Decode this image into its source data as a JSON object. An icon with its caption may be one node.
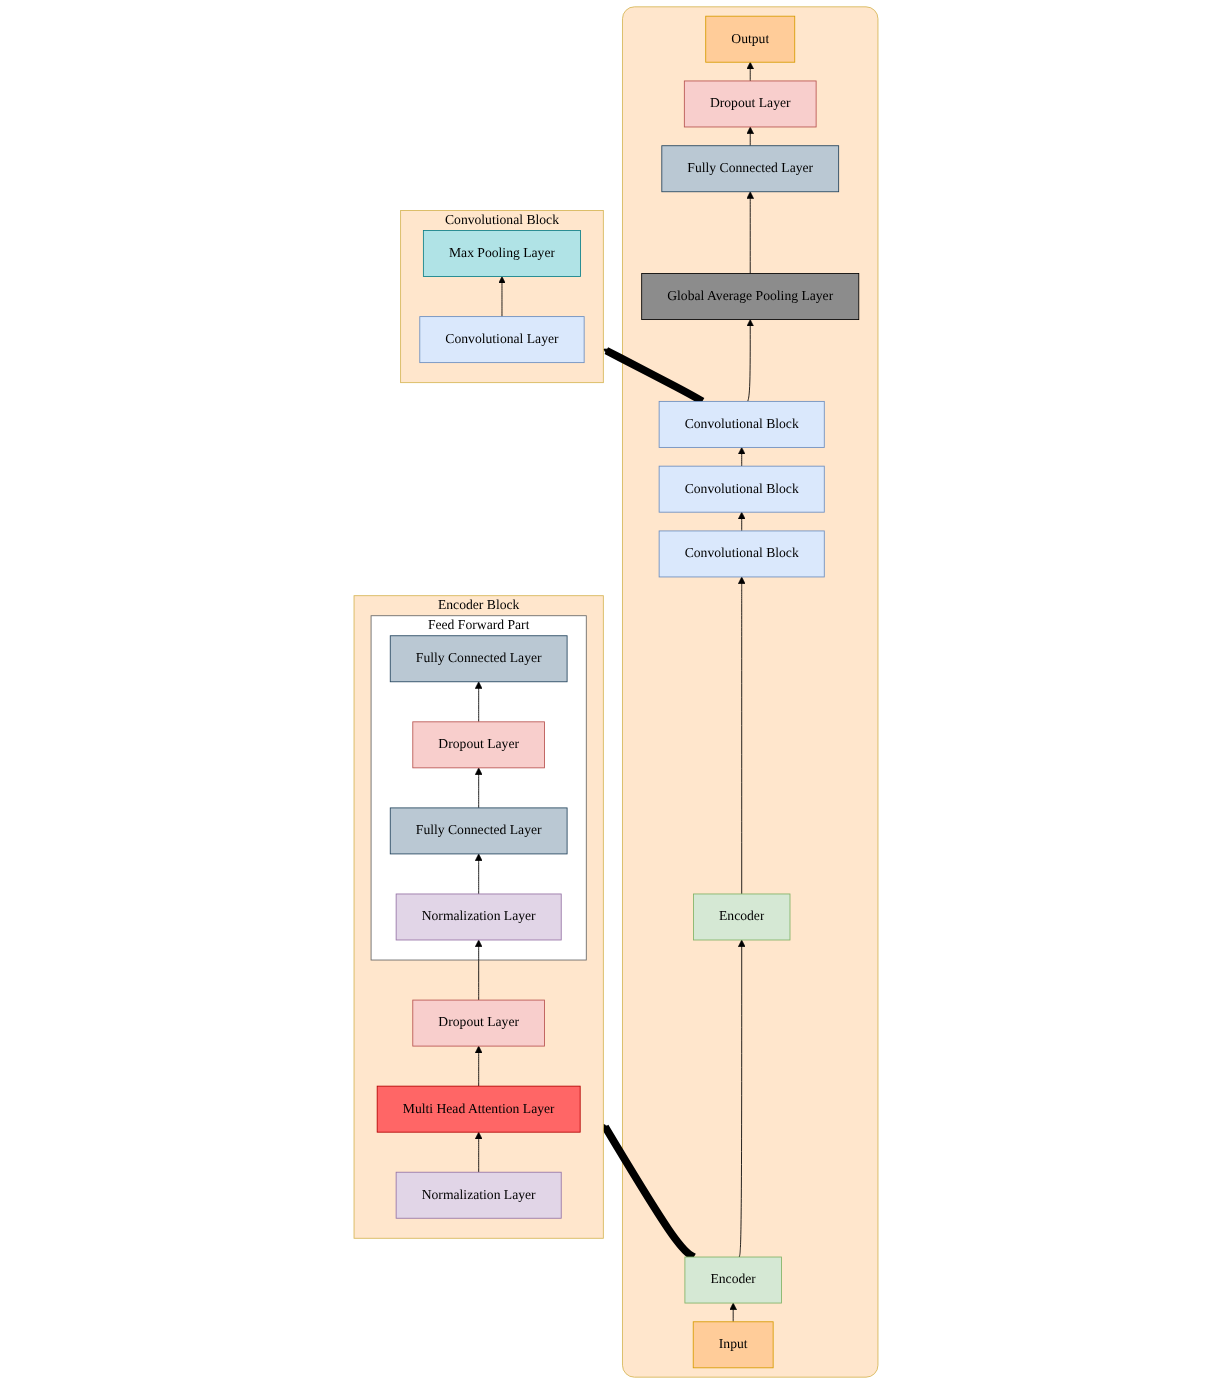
{
  "diagram": {
    "nodes": [
      {
        "text": [],
        "shape": "box"
      },
      {
        "text": [
          "Output"
        ],
        "in": 0
      },
      {
        "text": [
          "Dropout Layer"
        ],
        "in": 0
      },
      {
        "text": [
          "Fully Connected Layer"
        ],
        "in": 0
      },
      {
        "text": [
          "Global Average Pooling Layer"
        ],
        "in": 0
      },
      {
        "text": [
          "Convolutional Block"
        ],
        "in": 0
      },
      {
        "text": [
          "Convolutional Block"
        ],
        "in": 0
      },
      {
        "text": [
          "Convolutional Block"
        ],
        "in": 0
      },
      {
        "text": [
          "Encoder"
        ],
        "in": 0
      },
      {
        "text": [
          "Encoder"
        ],
        "in": 0
      },
      {
        "text": [
          "Input"
        ],
        "in": 0
      },
      {
        "text": [
          "Convolutional Block"
        ]
      },
      {
        "text": [
          "Max Pooling Layer"
        ],
        "in": 11
      },
      {
        "text": [
          "Convolutional Layer"
        ],
        "in": 11
      },
      {
        "text": [
          "Encoder Block"
        ]
      },
      {
        "text": [
          "Feed Forward Part"
        ],
        "in": 14
      },
      {
        "text": [
          "Fully Connected Layer"
        ],
        "in": 15
      },
      {
        "text": [
          "Dropout Layer"
        ],
        "in": 15
      },
      {
        "text": [
          "Fully Connected Layer"
        ],
        "in": 15
      },
      {
        "text": [
          "Normalization Layer"
        ],
        "in": 15
      },
      {
        "text": [
          "Dropout Layer"
        ],
        "in": 14
      },
      {
        "text": [
          "Multi Head Attention Layer"
        ],
        "in": 14
      },
      {
        "text": [
          "Normalization Layer"
        ],
        "in": 14
      }
    ],
    "edges": [
      {
        "from": 10,
        "to": 9,
        "arrow": "to"
      },
      {
        "from": 9,
        "to": 8,
        "arrow": "to"
      },
      {
        "from": 8,
        "to": 7,
        "arrow": "to"
      },
      {
        "from": 7,
        "to": 6,
        "arrow": "to"
      },
      {
        "from": 6,
        "to": 5,
        "arrow": "to"
      },
      {
        "from": 5,
        "to": 4,
        "arrow": "to"
      },
      {
        "from": 4,
        "to": 3,
        "arrow": "to"
      },
      {
        "from": 3,
        "to": 2,
        "arrow": "to"
      },
      {
        "from": 2,
        "to": 1,
        "arrow": "to"
      },
      {
        "from": 13,
        "to": 12,
        "arrow": "to"
      },
      {
        "from": 22,
        "to": 21,
        "arrow": "to"
      },
      {
        "from": 21,
        "to": 20,
        "arrow": "to"
      },
      {
        "from": 20,
        "to": 19,
        "arrow": "to"
      },
      {
        "from": 19,
        "to": 18,
        "arrow": "to"
      },
      {
        "from": 18,
        "to": 17,
        "arrow": "to"
      },
      {
        "from": 17,
        "to": 16,
        "arrow": "to"
      },
      {
        "from": 5,
        "to": 11,
        "arrow": "to",
        "style": "thick"
      },
      {
        "from": 9,
        "to": 14,
        "arrow": "to",
        "style": "thick"
      }
    ]
  }
}
